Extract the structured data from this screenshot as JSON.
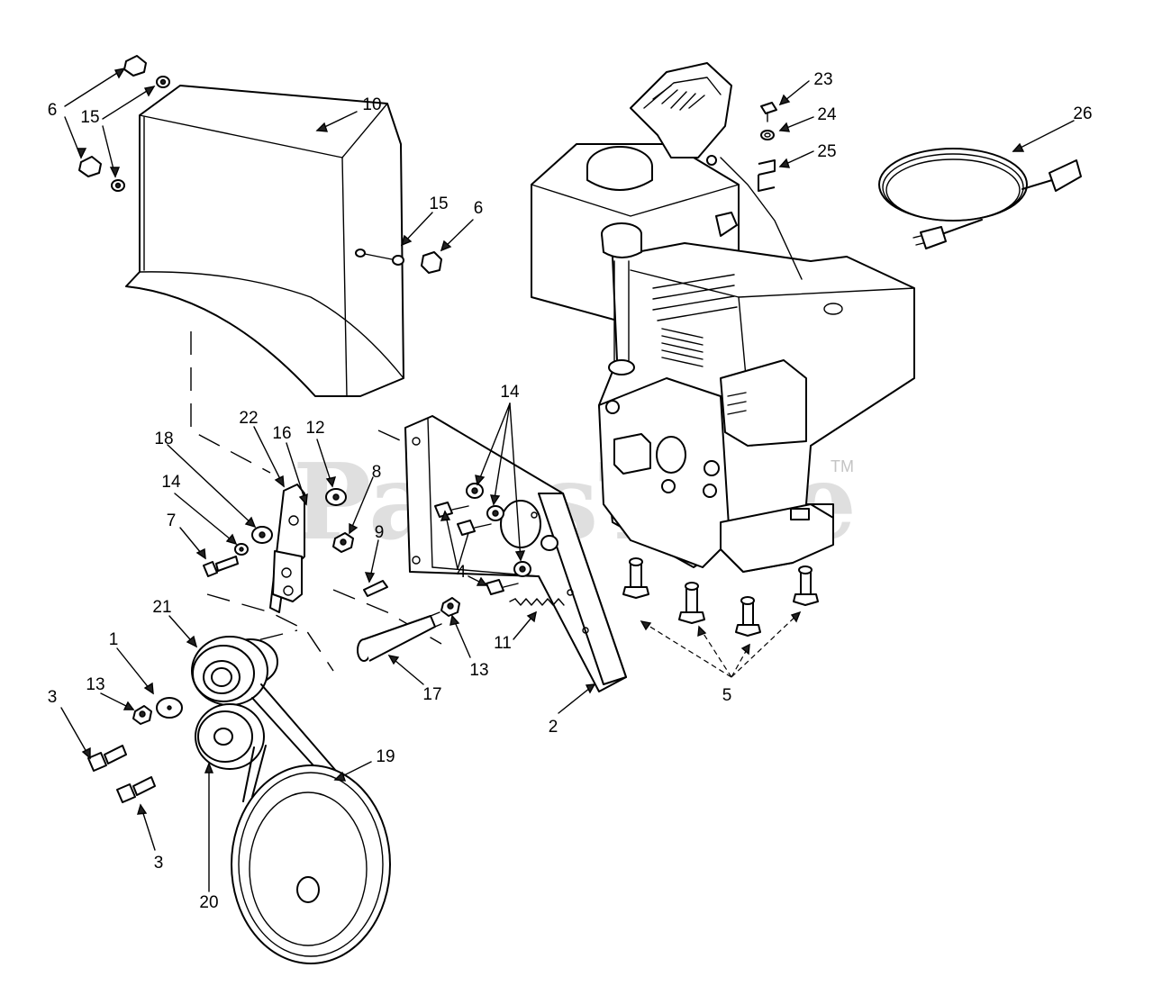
{
  "watermark": {
    "text": "PartsTree",
    "trademark": "TM"
  },
  "callouts": [
    {
      "id": "c6a",
      "text": "6"
    },
    {
      "id": "c15a",
      "text": "15"
    },
    {
      "id": "c10",
      "text": "10"
    },
    {
      "id": "c15b",
      "text": "15"
    },
    {
      "id": "c6b",
      "text": "6"
    },
    {
      "id": "c23",
      "text": "23"
    },
    {
      "id": "c24",
      "text": "24"
    },
    {
      "id": "c25",
      "text": "25"
    },
    {
      "id": "c26",
      "text": "26"
    },
    {
      "id": "c14a",
      "text": "14"
    },
    {
      "id": "c22",
      "text": "22"
    },
    {
      "id": "c16",
      "text": "16"
    },
    {
      "id": "c12",
      "text": "12"
    },
    {
      "id": "c18",
      "text": "18"
    },
    {
      "id": "c8",
      "text": "8"
    },
    {
      "id": "c14b",
      "text": "14"
    },
    {
      "id": "c9",
      "text": "9"
    },
    {
      "id": "c7",
      "text": "7"
    },
    {
      "id": "c4",
      "text": "4"
    },
    {
      "id": "c21",
      "text": "21"
    },
    {
      "id": "c1",
      "text": "1"
    },
    {
      "id": "c11",
      "text": "11"
    },
    {
      "id": "c13a",
      "text": "13"
    },
    {
      "id": "c13b",
      "text": "13"
    },
    {
      "id": "c3a",
      "text": "3"
    },
    {
      "id": "c17",
      "text": "17"
    },
    {
      "id": "c5",
      "text": "5"
    },
    {
      "id": "c2",
      "text": "2"
    },
    {
      "id": "c19",
      "text": "19"
    },
    {
      "id": "c3b",
      "text": "3"
    },
    {
      "id": "c20",
      "text": "20"
    }
  ]
}
